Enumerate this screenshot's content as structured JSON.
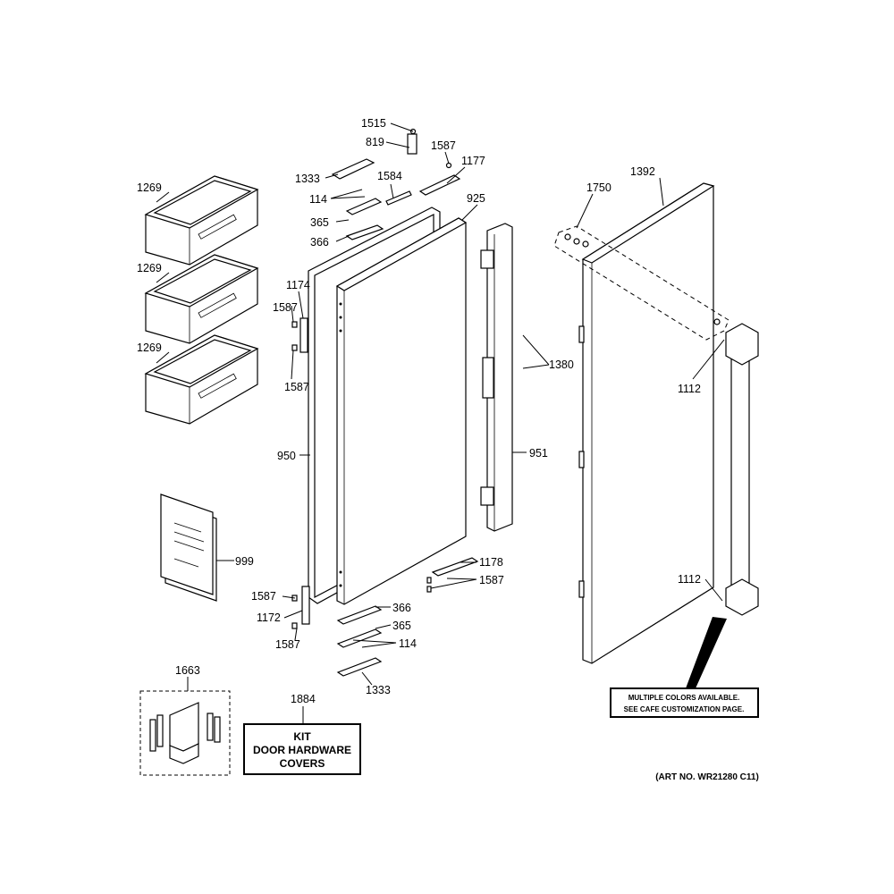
{
  "labels": {
    "p1515": "1515",
    "p819": "819",
    "p1587_top": "1587",
    "p1177": "1177",
    "p1333_top": "1333",
    "p1584": "1584",
    "p114_top": "114",
    "p365_top": "365",
    "p366_top": "366",
    "p925": "925",
    "p1392": "1392",
    "p1750": "1750",
    "p1269_a": "1269",
    "p1269_b": "1269",
    "p1269_c": "1269",
    "p1174": "1174",
    "p1587_l1": "1587",
    "p1587_l2": "1587",
    "p1380": "1380",
    "p1112_top": "1112",
    "p950": "950",
    "p951": "951",
    "p999": "999",
    "p1178": "1178",
    "p1587_r": "1587",
    "p1112_bot": "1112",
    "p1587_bl1": "1587",
    "p366_bot": "366",
    "p1172": "1172",
    "p365_bot": "365",
    "p1587_bl2": "1587",
    "p114_bot": "114",
    "p1333_bot": "1333",
    "p1663": "1663",
    "p1884": "1884"
  },
  "kit_box": {
    "line1": "KIT",
    "line2": "DOOR HARDWARE",
    "line3": "COVERS"
  },
  "notice_box": {
    "line1": "MULTIPLE COLORS AVAILABLE.",
    "line2": "SEE CAFE CUSTOMIZATION PAGE."
  },
  "art_no": "(ART NO. WR21280 C11)"
}
